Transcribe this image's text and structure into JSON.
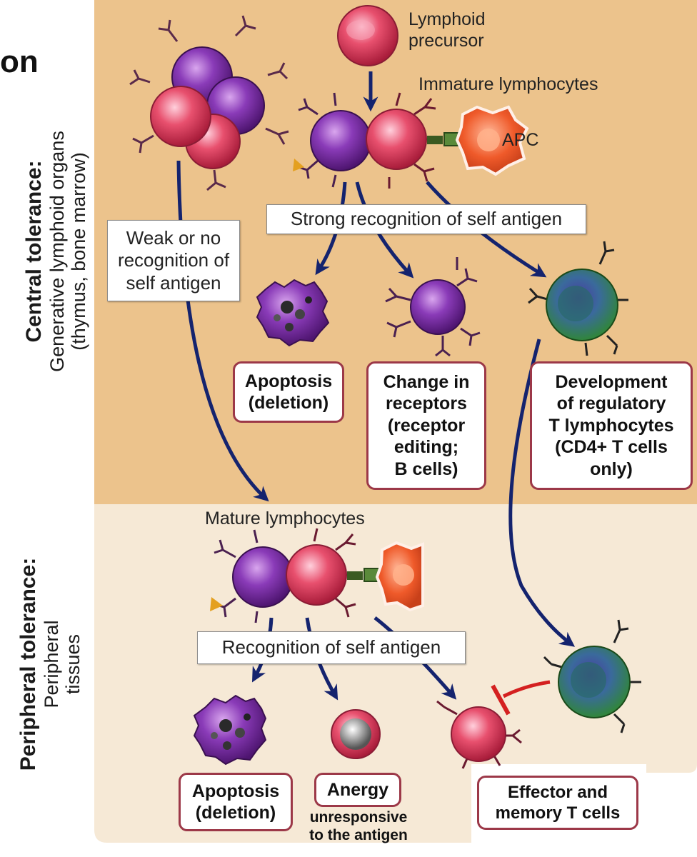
{
  "title_fragment": "on",
  "central": {
    "heading": "Central tolerance:",
    "subtitle": "Generative lymphoid organs",
    "subtitle2": "(thymus, bone marrow)"
  },
  "peripheral": {
    "heading": "Peripheral tolerance:",
    "subtitle": "Peripheral",
    "subtitle2": "tissues"
  },
  "labels": {
    "lymphoid_precursor_1": "Lymphoid",
    "lymphoid_precursor_2": "precursor",
    "immature": "Immature lymphocytes",
    "apc": "APC",
    "mature": "Mature lymphocytes"
  },
  "recognition": {
    "strong": "Strong recognition of self antigen",
    "weak_1": "Weak or no",
    "weak_2": "recognition of",
    "weak_3": "self antigen",
    "self": "Recognition of self antigen"
  },
  "outcomes_central": {
    "apoptosis_1": "Apoptosis",
    "apoptosis_2": "(deletion)",
    "editing_1": "Change in",
    "editing_2": "receptors",
    "editing_3": "(receptor",
    "editing_4": "editing;",
    "editing_5": "B cells)",
    "treg_1": "Development",
    "treg_2": "of regulatory",
    "treg_3": "T lymphocytes",
    "treg_4": "(CD4+ T cells",
    "treg_5": "only)"
  },
  "outcomes_peripheral": {
    "apoptosis_1": "Apoptosis",
    "apoptosis_2": "(deletion)",
    "anergy": "Anergy",
    "anergy_note_1": "unresponsive",
    "anergy_note_2": "to the antigen",
    "effector_1": "Effector and",
    "effector_2": "memory T cells"
  },
  "colors": {
    "central_bg": "#ecc38c",
    "peripheral_bg": "#f6e9d6",
    "arrow": "#14236e",
    "b_cell": "#7a2e9e",
    "t_cell": "#d83a5a",
    "treg": "#2f7a3a",
    "apc": "#ef6a3a",
    "inhibit": "#d42020",
    "box_border": "#9c3848"
  }
}
